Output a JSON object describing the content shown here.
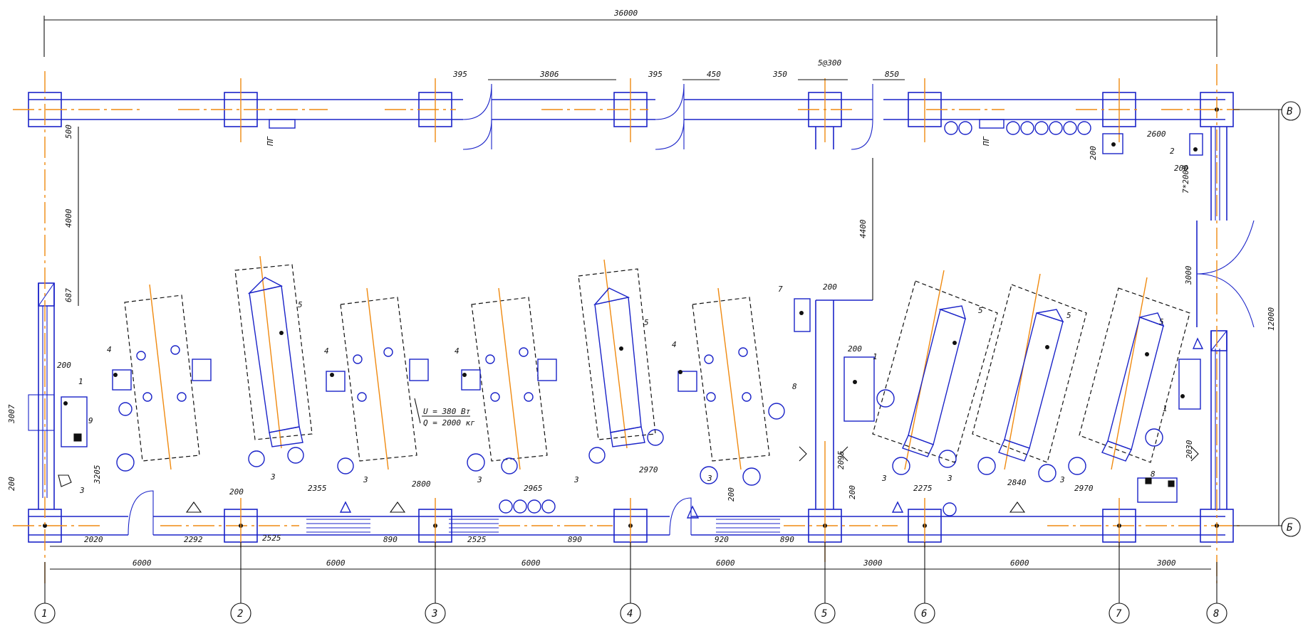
{
  "drawing": {
    "overall_dimension": "36000",
    "axes_numbers": [
      "1",
      "2",
      "3",
      "4",
      "5",
      "6",
      "7",
      "8"
    ],
    "axes_letters": [
      "В",
      "Б"
    ],
    "height_total": "12000",
    "top_dims": [
      "395",
      "3806",
      "395",
      "450",
      "350",
      "5@300",
      "850",
      "2600",
      "200",
      "200",
      "7*2000"
    ],
    "left_dims": [
      "500",
      "4000",
      "687",
      "3007",
      "200"
    ],
    "right_dims": [
      "3000",
      "12000"
    ],
    "mid_dims": [
      "4400",
      "200",
      "200",
      "200"
    ],
    "bottom_row_dims": [
      "2020",
      "2292",
      "2525",
      "200",
      "2355",
      "2800",
      "2965",
      "2970",
      "890",
      "2525",
      "890",
      "920",
      "890",
      "2095",
      "200",
      "2275",
      "2840",
      "2970",
      "3205",
      "2030",
      "200"
    ],
    "span_dims": [
      "6000",
      "6000",
      "6000",
      "6000",
      "3000",
      "6000",
      "3000"
    ],
    "pg_labels": [
      "ПГ",
      "ПГ"
    ],
    "load_label": [
      "U = 380 Вт",
      "Q = 2000 кг"
    ],
    "markers": [
      "1",
      "1",
      "1",
      "2",
      "3",
      "3",
      "3",
      "3",
      "3",
      "3",
      "3",
      "3",
      "3",
      "4",
      "4",
      "4",
      "4",
      "5",
      "5",
      "5",
      "5",
      "5",
      "7",
      "8",
      "8",
      "9"
    ]
  }
}
